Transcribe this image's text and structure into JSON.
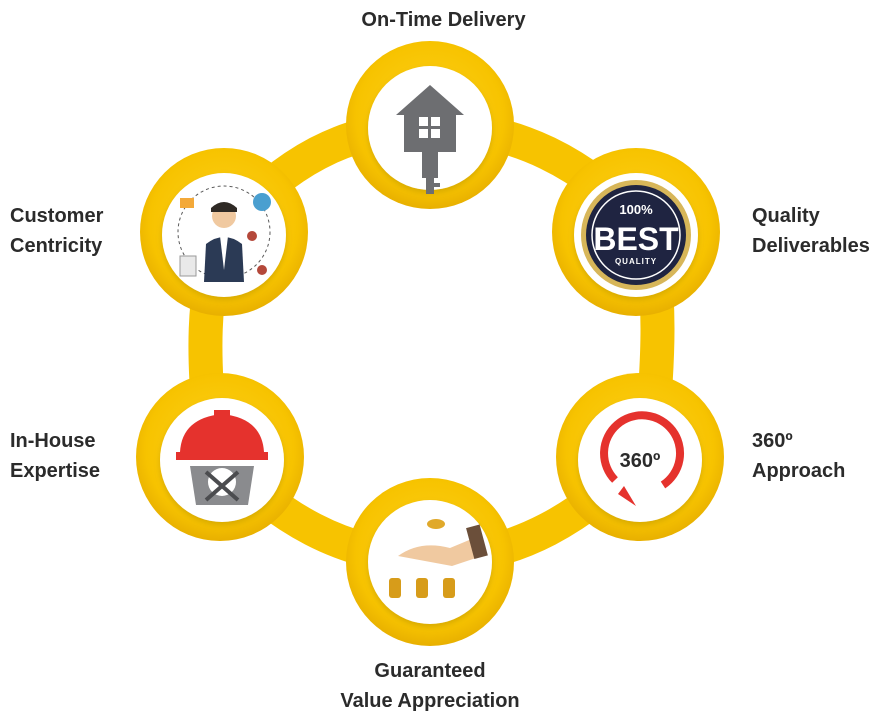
{
  "labels": {
    "top": "On-Time Delivery",
    "upper_right": [
      "Quality",
      "Deliverables"
    ],
    "lower_right": [
      "360º",
      "Approach"
    ],
    "bottom": [
      "Guaranteed",
      "Value Appreciation"
    ],
    "lower_left": [
      "In-House",
      "Expertise"
    ],
    "upper_left": [
      "Customer",
      "Centricity"
    ]
  },
  "badges": {
    "best_percent": "100%",
    "best_word": "BEST",
    "best_sub": "QUALITY",
    "approach_text": "360º"
  },
  "colors": {
    "ring": "#f7c300",
    "ring_dark": "#e2a800",
    "icon_gray": "#6d6e71",
    "hardhat_red": "#e5322d",
    "label_text": "#2b2b2b"
  }
}
